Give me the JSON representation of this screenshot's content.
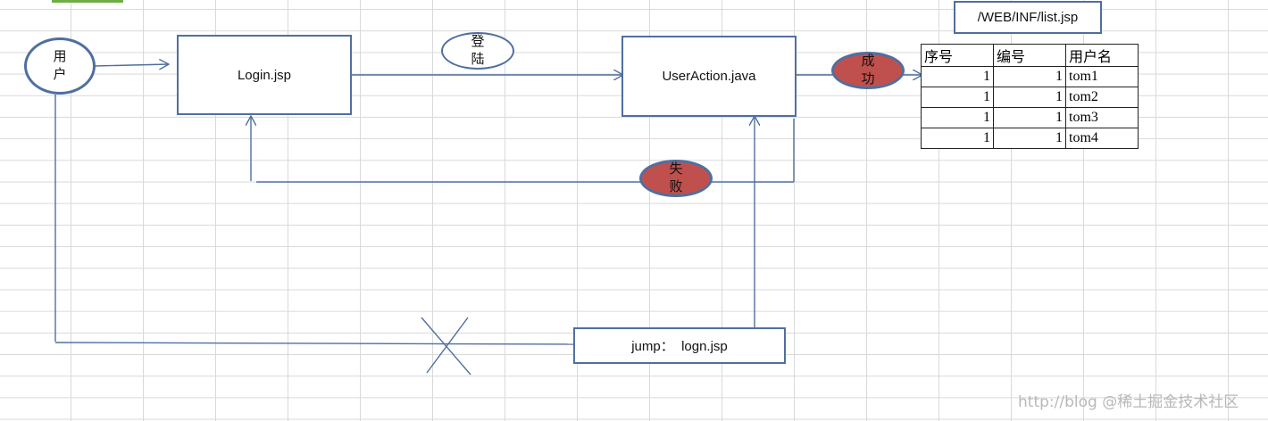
{
  "nodes": {
    "user": "用户",
    "login": "Login.jsp",
    "action": "UserAction.java",
    "jump": "jump：  logn.jsp",
    "list_file": "/WEB/INF/list.jsp"
  },
  "edge_labels": {
    "login_submit": "登陆",
    "success": "成功",
    "failure": "失败"
  },
  "table": {
    "headers": [
      "序号",
      "编号",
      "用户名"
    ],
    "rows": [
      [
        "1",
        "1",
        "tom1"
      ],
      [
        "1",
        "1",
        "tom2"
      ],
      [
        "1",
        "1",
        "tom3"
      ],
      [
        "1",
        "1",
        "tom4"
      ]
    ]
  },
  "watermark": "http://blog @稀土掘金技术社区",
  "colors": {
    "stroke": "#4f6f9f",
    "red_oval": "#c0504d",
    "grid": "#d9d9d9",
    "sheet_tab": "#70ad47"
  }
}
